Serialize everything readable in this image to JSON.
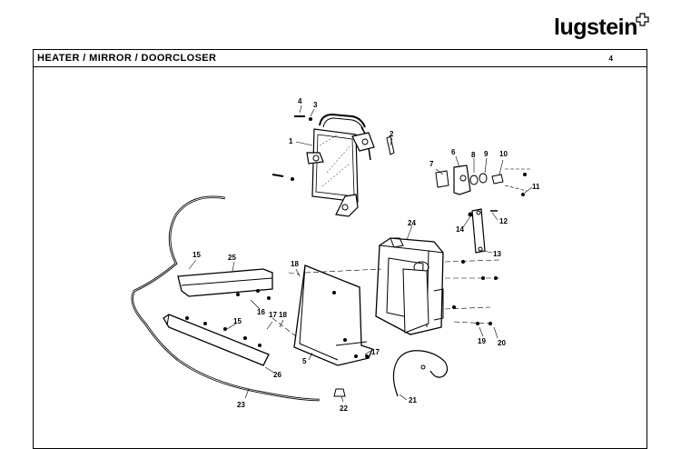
{
  "brand": {
    "name": "lugstein"
  },
  "header": {
    "title": "HEATER  /  MIRROR  /  DOORCLOSER",
    "page": "4"
  },
  "labels": {
    "p1": "1",
    "p2": "2",
    "p3": "3",
    "p4": "4",
    "p5": "5",
    "p6": "6",
    "p7": "7",
    "p8": "8",
    "p9": "9",
    "p10": "10",
    "p11": "11",
    "p12": "12",
    "p13": "13",
    "p14": "14",
    "p15a": "15",
    "p15b": "15",
    "p16": "16",
    "p17a": "17",
    "p17b": "17",
    "p18a": "18",
    "p18b": "18",
    "p19": "19",
    "p20": "20",
    "p21": "21",
    "p22": "22",
    "p23": "23",
    "p24": "24",
    "p25": "25",
    "p26": "26"
  }
}
